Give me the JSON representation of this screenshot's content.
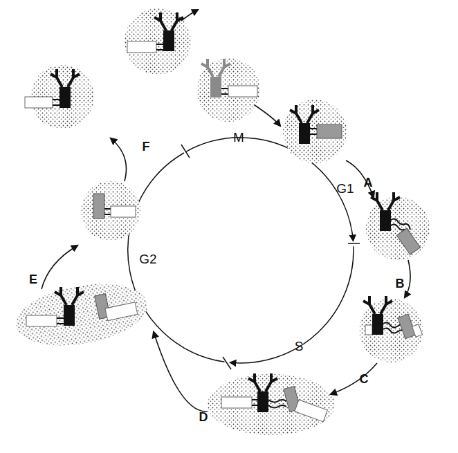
{
  "diagram": {
    "labels": [
      "M",
      "G1",
      "S",
      "G2",
      "A",
      "B",
      "C",
      "D",
      "E",
      "F"
    ]
  }
}
